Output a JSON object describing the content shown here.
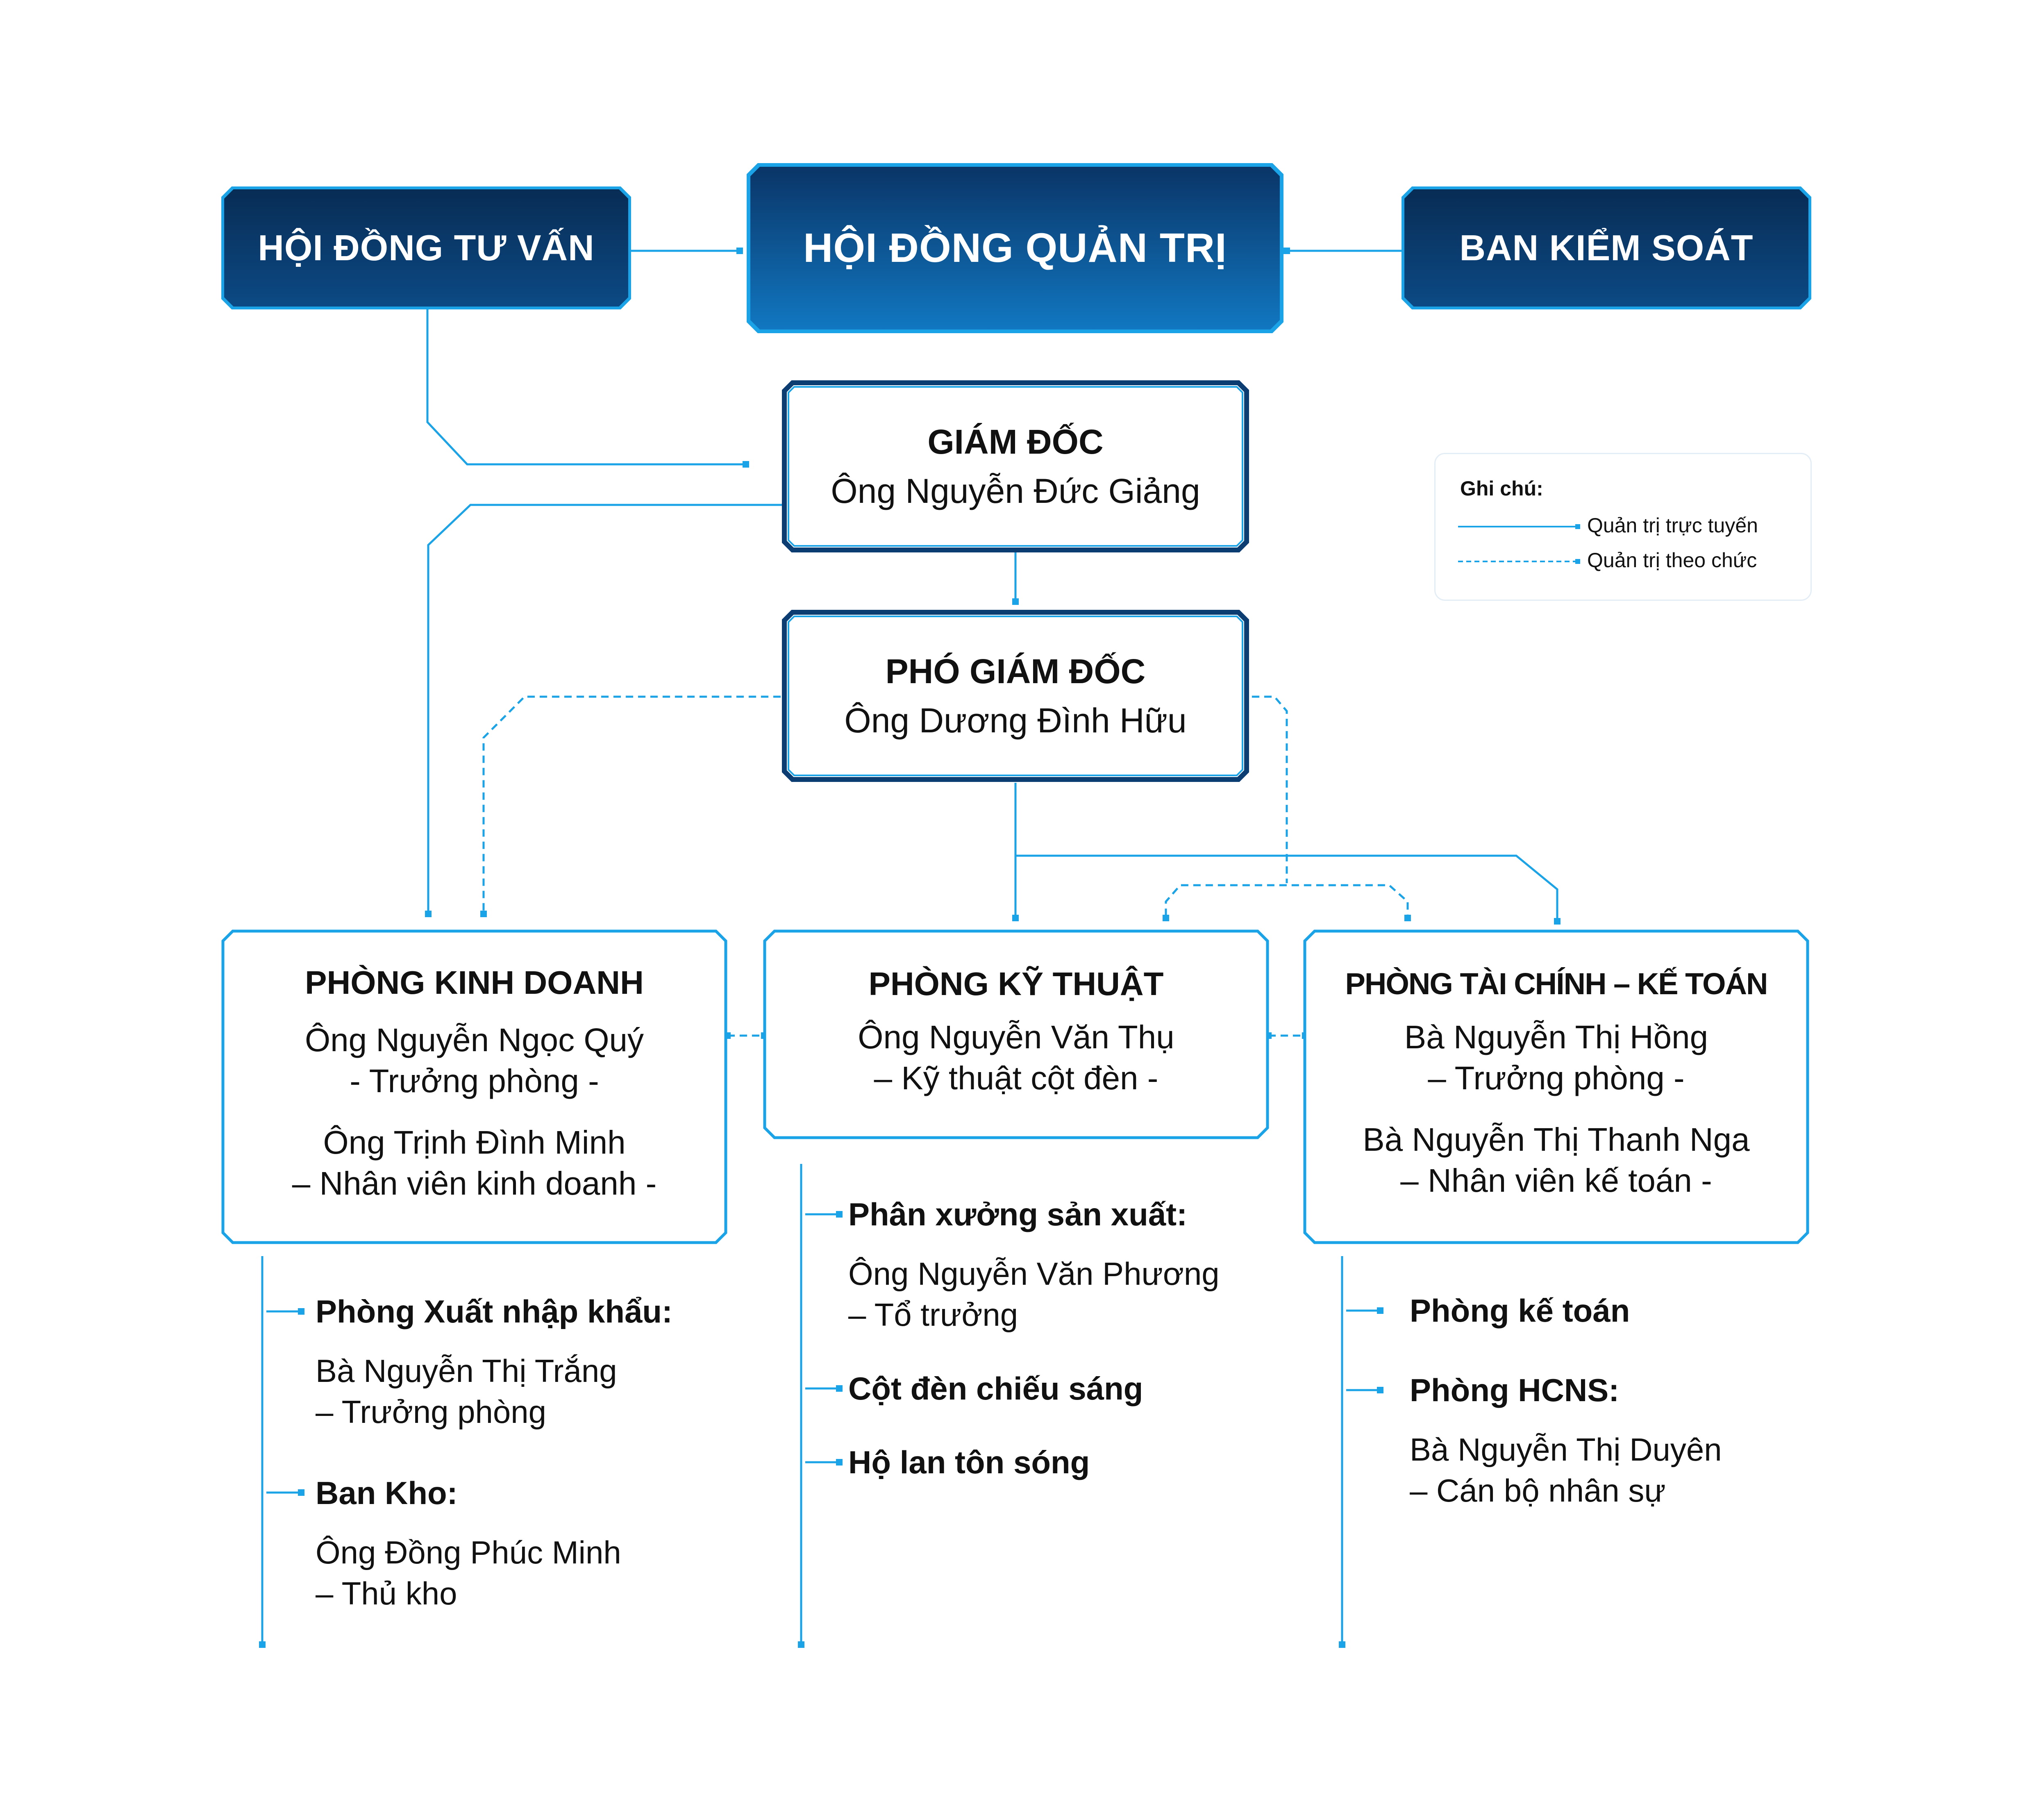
{
  "top": {
    "hoi_dong_tu_van": "HỘI ĐỒNG TƯ VẤN",
    "hoi_dong_quan_tri": "HỘI ĐỒNG QUẢN TRỊ",
    "ban_kiem_soat": "BAN KIỂM SOÁT"
  },
  "giam_doc": {
    "title": "GIÁM ĐỐC",
    "name": "Ông Nguyễn Đức Giảng"
  },
  "pho_giam_doc": {
    "title": "PHÓ GIÁM ĐỐC",
    "name": "Ông Dương Đình Hữu"
  },
  "legend": {
    "title": "Ghi chú:",
    "solid": "Quản trị trực tuyến",
    "dashed": "Quản trị theo chức"
  },
  "departments": [
    {
      "title": "PHÒNG KINH DOANH",
      "people": [
        {
          "name": "Ông Nguyễn Ngọc Quý",
          "role": "- Trưởng phòng -"
        },
        {
          "name": "Ông Trịnh Đình Minh",
          "role": "– Nhân viên kinh doanh -"
        }
      ],
      "subunits": [
        {
          "title": "Phòng Xuất nhập khẩu:",
          "lines": [
            "Bà Nguyễn Thị Trắng",
            "– Trưởng phòng"
          ]
        },
        {
          "title": "Ban Kho:",
          "lines": [
            "Ông Đồng Phúc Minh",
            "– Thủ kho"
          ]
        }
      ]
    },
    {
      "title": "PHÒNG KỸ THUẬT",
      "people": [
        {
          "name": "Ông Nguyễn Văn Thụ",
          "role": "– Kỹ thuật cột đèn -"
        }
      ],
      "subunits": [
        {
          "title": "Phân xưởng sản xuất:",
          "lines": [
            "Ông Nguyễn Văn Phương",
            "– Tổ trưởng"
          ]
        },
        {
          "title": "Cột đèn chiếu sáng",
          "lines": []
        },
        {
          "title": "Hộ lan tôn sóng",
          "lines": []
        }
      ]
    },
    {
      "title": "PHÒNG TÀI CHÍNH – KẾ TOÁN",
      "people": [
        {
          "name": "Bà Nguyễn Thị Hồng",
          "role": "– Trưởng phòng -"
        },
        {
          "name": "Bà Nguyễn Thị Thanh Nga",
          "role": "– Nhân viên kế toán -"
        }
      ],
      "subunits": [
        {
          "title": "Phòng kế toán",
          "lines": []
        },
        {
          "title": "Phòng HCNS:",
          "lines": [
            "Bà Nguyễn Thị Duyên",
            "– Cán bộ nhân sự"
          ]
        }
      ]
    }
  ],
  "colors": {
    "line": "#1aa3e6",
    "dark": "#0b3563",
    "mid": "#0d5a9e"
  }
}
